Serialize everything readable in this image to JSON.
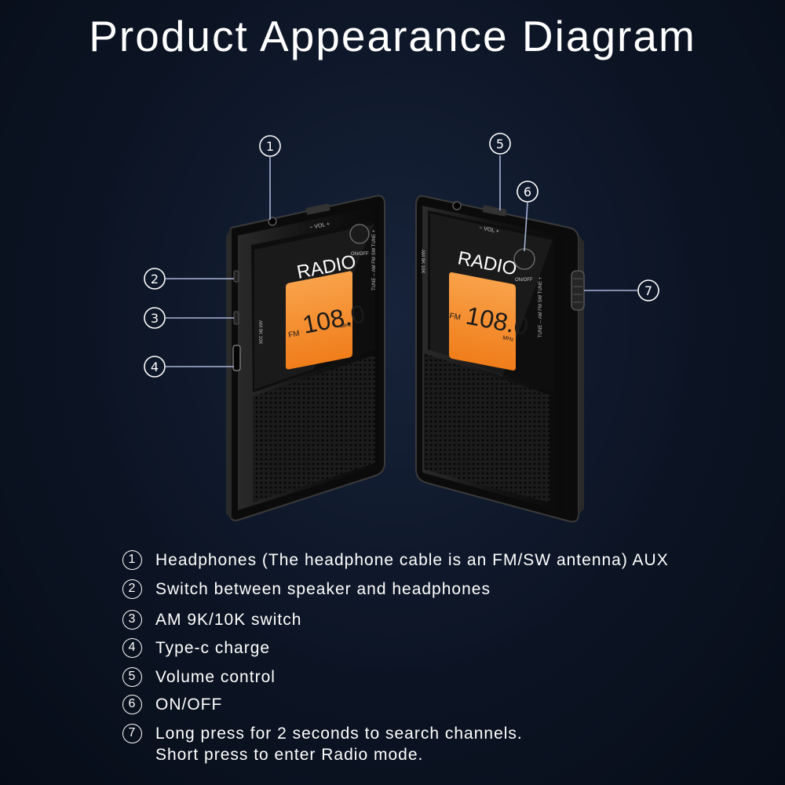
{
  "title": "Product Appearance Diagram",
  "device": {
    "label": "RADIO",
    "frequency": "108.0",
    "band": "FM",
    "unit": "MHz",
    "on_off": "ON/OFF",
    "vol": "− VOL +",
    "tune": "TUNE ─ AM FM SW TUNE +",
    "am_step": "AM 9K 10K"
  },
  "callouts": [
    "1",
    "2",
    "3",
    "4",
    "5",
    "6",
    "7"
  ],
  "legend": [
    {
      "num": "1",
      "text": "Headphones (The headphone cable is an FM/SW antenna) AUX"
    },
    {
      "num": "2",
      "text": "Switch between speaker and headphones"
    },
    {
      "num": "3",
      "text": "AM 9K/10K switch"
    },
    {
      "num": "4",
      "text": "Type-c charge"
    },
    {
      "num": "5",
      "text": "Volume control"
    },
    {
      "num": "6",
      "text": "ON/OFF"
    },
    {
      "num": "7",
      "text": "Long press for 2 seconds to search channels.",
      "text2": "Short press to enter Radio mode."
    }
  ],
  "colors": {
    "background": "#0c1424",
    "display": "#f58b24",
    "body": "#141414",
    "leader_line": "#a9b4d8"
  }
}
